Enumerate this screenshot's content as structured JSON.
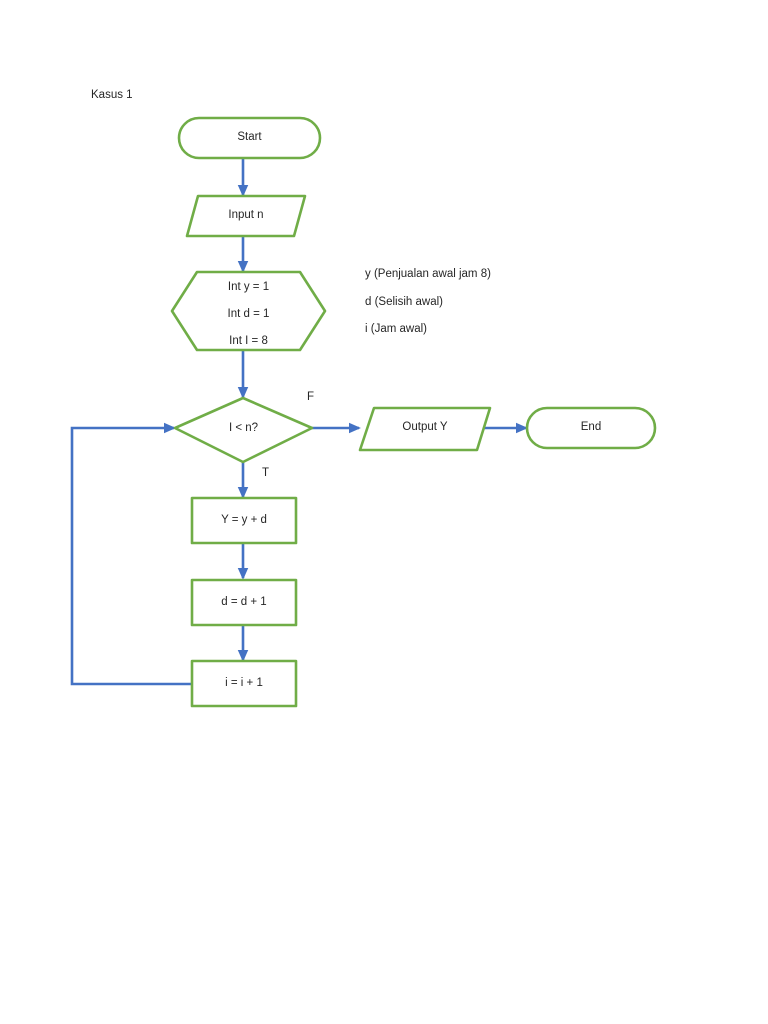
{
  "page": {
    "title": "Kasus 1",
    "background": "#ffffff",
    "shape_stroke": "#70AD47",
    "shape_fill": "#ffffff",
    "connector_color": "#4472C4",
    "text_color": "#262626"
  },
  "flowchart": {
    "nodes": [
      {
        "id": "start",
        "kind": "terminator",
        "label": "Start"
      },
      {
        "id": "input",
        "kind": "input-output",
        "label": "Input n"
      },
      {
        "id": "init",
        "kind": "preparation",
        "label_lines": [
          "Int y = 1",
          "Int d = 1",
          "Int I = 8"
        ]
      },
      {
        "id": "cond",
        "kind": "decision",
        "label": "I < n?"
      },
      {
        "id": "output",
        "kind": "input-output",
        "label": "Output Y"
      },
      {
        "id": "end",
        "kind": "terminator",
        "label": "End"
      },
      {
        "id": "proc1",
        "kind": "process",
        "label": "Y = y + d"
      },
      {
        "id": "proc2",
        "kind": "process",
        "label": "d = d + 1"
      },
      {
        "id": "proc3",
        "kind": "process",
        "label": "i = i + 1"
      }
    ],
    "edge_labels": {
      "false": "F",
      "true": "T"
    }
  },
  "notes": {
    "lines": [
      "y (Penjualan awal jam 8)",
      "d (Selisih awal)",
      "i (Jam awal)"
    ]
  }
}
